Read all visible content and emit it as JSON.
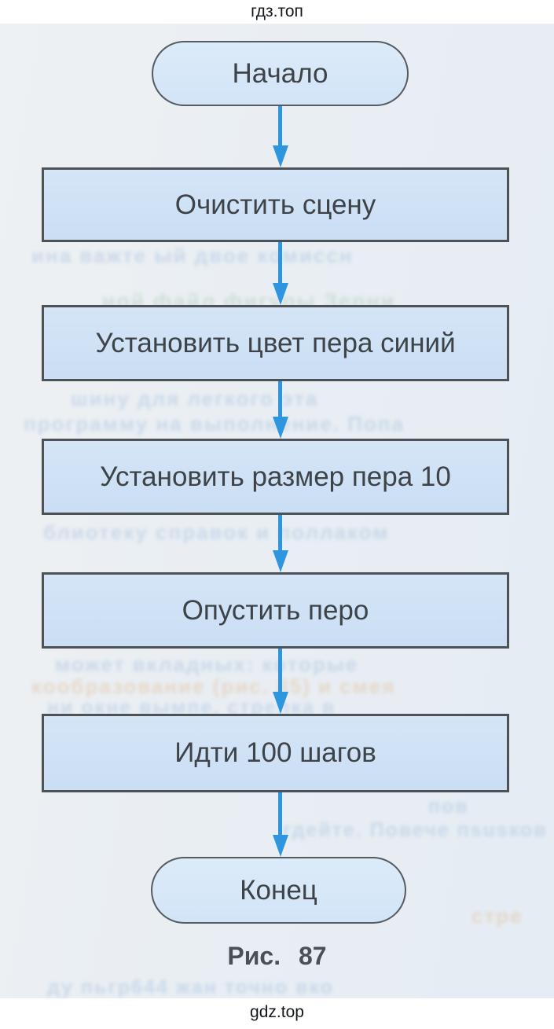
{
  "watermark": {
    "top": "гдз.топ",
    "bottom": "gdz.top"
  },
  "flowchart": {
    "start": "Начало",
    "steps": [
      "Очистить сцену",
      "Установить цвет пера синий",
      "Установить размер пера 10",
      "Опустить перо",
      "Идти 100 шагов"
    ],
    "end": "Конец",
    "caption": "Рис. 87"
  },
  "colors": {
    "page_bg": "#e9edf2",
    "box_fill": "#cfe1f5",
    "terminal_fill": "#d8e8f8",
    "border": "#4d5257",
    "arrow": "#2e96de",
    "text": "#3d4348"
  },
  "ghosts": [
    {
      "text": "ина важте ый двое комиссн"
    },
    {
      "text": "ной файл фигуры Зерни"
    },
    {
      "text": "шину для легкого эта"
    },
    {
      "text": "программу на выполнение. Попа"
    },
    {
      "text": "блиотеку справок и поллаком"
    },
    {
      "text": "может вкладных: которые"
    },
    {
      "text": "кообразование (рис. 85) и смея"
    },
    {
      "text": "ни окне вымпе, стрелка в"
    },
    {
      "text": "пов"
    },
    {
      "text": "гдейте. Повече пsusков"
    },
    {
      "text": "стре"
    },
    {
      "text": "ду пьгр644 жан точно вко"
    }
  ]
}
